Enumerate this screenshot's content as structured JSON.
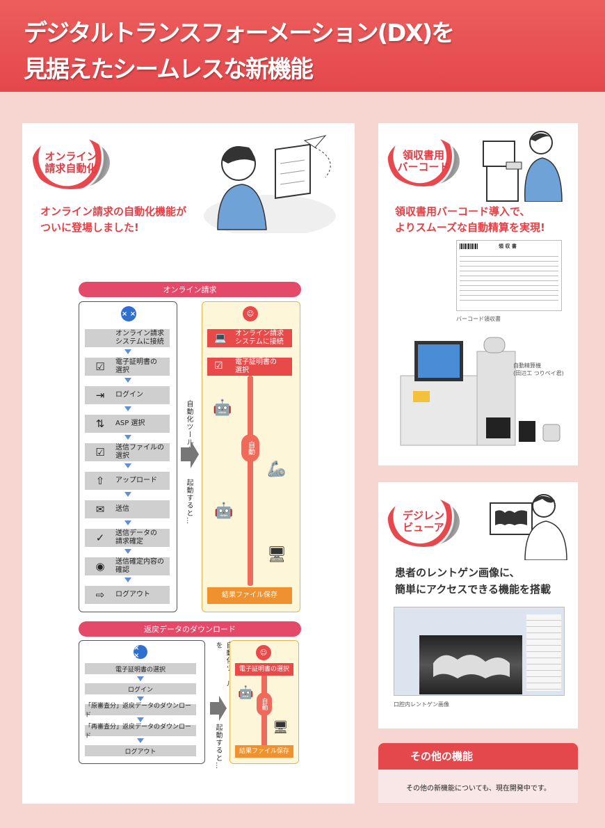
{
  "header": {
    "line1": "デジタルトランスフォーメーション(DX)を",
    "line2": "見据えたシームレスな新機能"
  },
  "online": {
    "badge_line1": "オンライン",
    "badge_line2": "請求自動化",
    "lead": "オンライン請求の自動化機能が\nついに登場しました!",
    "bar": "オンライン請求",
    "steps": [
      "オンライン請求\nシステムに接続",
      "電子証明書の\n選択",
      "ログイン",
      "ASP 選択",
      "送信ファイルの\n選択",
      "アップロード",
      "送信",
      "送信データの\n請求確定",
      "送信確定内容の\n確認",
      "ログアウト"
    ],
    "auto_steps": [
      "オンライン請求\nシステムに接続",
      "電子証明書の\n選択"
    ],
    "auto": "自動",
    "result": "結果ファイル保存",
    "side_label1": "自動化ツールを",
    "side_label2": "起動すると…"
  },
  "download": {
    "bar": "返戻データのダウンロード",
    "steps": [
      "電子証明書の選択",
      "ログイン",
      "「原審査分」返戻データのダウンロード",
      "「再審査分」返戻データのダウンロード",
      "ログアウト"
    ],
    "auto_step": "電子証明書の選択",
    "auto": "自動",
    "result": "結果ファイル保存",
    "side_label1": "自動化ツールを",
    "side_label2": "起動すると…"
  },
  "receipt": {
    "badge_line1": "領収書用",
    "badge_line2": "バーコード",
    "lead": "領収書用バーコード導入で、\nよりスムーズな自動精算を実現!",
    "doc_title": "領 収 書",
    "caption1": "バーコード領収書",
    "caption2": "自動精算機\n(田辺工 つりペイ君)"
  },
  "viewer": {
    "badge_line1": "デジレン",
    "badge_line2": "ビューア",
    "lead": "患者のレントゲン画像に、\n簡単にアクセスできる機能を搭載",
    "caption": "口腔内レントゲン画像"
  },
  "other": {
    "title": "その他の機能",
    "text": "その他の新機能についても、現在開発中です。"
  },
  "colors": {
    "accent": "#e4474c",
    "pink_bar": "#e5496a",
    "arrow_blue": "#5f8fd6",
    "auto_red": "#e84a4a",
    "sad_blue": "#2f6fd0"
  }
}
